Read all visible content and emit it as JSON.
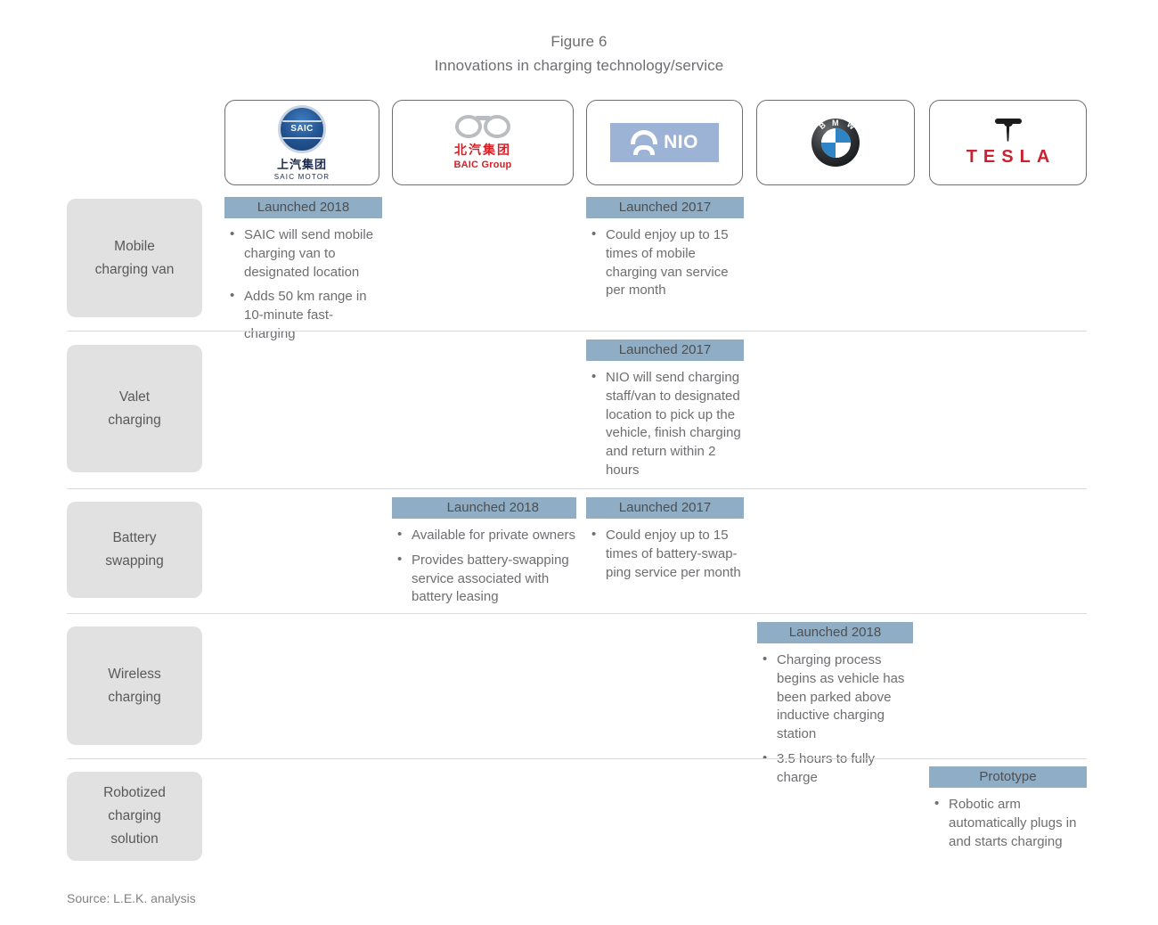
{
  "figure": {
    "number": "Figure 6",
    "title": "Innovations in charging technology/service"
  },
  "colors": {
    "bar": "#8fadc4",
    "row_label_bg": "#e1e1e1",
    "divider": "#dcdcdc",
    "text": "#6d6e71",
    "nio_blue": "#9db3d6",
    "tesla_red": "#cc2131",
    "baic_red": "#d81f26",
    "bmw_blue": "#2f84c6"
  },
  "companies": [
    {
      "id": "saic",
      "logo_icon": "saic-logo",
      "name": "SAIC MOTOR",
      "wordmark": "SAIC",
      "sub_cn": "上汽集团",
      "sub_en": "SAIC MOTOR"
    },
    {
      "id": "baic",
      "logo_icon": "baic-logo",
      "name": "BAIC Group",
      "wordmark": "BAIC Group",
      "sub_cn": "北汽集团",
      "sub_en": "BAIC Group"
    },
    {
      "id": "nio",
      "logo_icon": "nio-logo",
      "name": "NIO",
      "wordmark": "NIO"
    },
    {
      "id": "bmw",
      "logo_icon": "bmw-logo",
      "name": "BMW",
      "wordmark": "BMW",
      "letters": [
        "B",
        "M",
        "W"
      ]
    },
    {
      "id": "tesla",
      "logo_icon": "tesla-logo",
      "name": "TESLA",
      "wordmark": "TESLA"
    }
  ],
  "rows": [
    {
      "label": "Mobile\ncharging van",
      "label_lines": [
        "Mobile",
        "charging van"
      ],
      "cells": [
        {
          "company": "saic",
          "status": "Launched 2018",
          "bullets": [
            "SAIC will send mobile charging van to designated location",
            "Adds 50 km range in 10-minute fast-charging"
          ]
        },
        {
          "company": "nio",
          "status": "Launched 2017",
          "bullets": [
            "Could enjoy up to 15 times of mobile charging van service per month"
          ]
        }
      ]
    },
    {
      "label": "Valet\ncharging",
      "label_lines": [
        "Valet",
        "charging"
      ],
      "cells": [
        {
          "company": "nio",
          "status": "Launched 2017",
          "bullets": [
            "NIO will send charging staff/van to designated location to pick up the vehicle, finish charging and return within 2 hours"
          ]
        }
      ]
    },
    {
      "label": "Battery\nswapping",
      "label_lines": [
        "Battery",
        "swapping"
      ],
      "cells": [
        {
          "company": "baic",
          "status": "Launched 2018",
          "bullets": [
            "Available for private owners",
            "Provides battery-swapping service associated with battery leasing"
          ]
        },
        {
          "company": "nio",
          "status": "Launched 2017",
          "bullets": [
            "Could enjoy up to 15 times of battery-swap-ping service per month"
          ]
        }
      ]
    },
    {
      "label": "Wireless\ncharging",
      "label_lines": [
        "Wireless",
        "charging"
      ],
      "cells": [
        {
          "company": "bmw",
          "status": "Launched 2018",
          "bullets": [
            "Charging process begins as vehicle has been parked above inductive charging station",
            "3.5 hours to fully charge"
          ]
        }
      ]
    },
    {
      "label": "Robotized\ncharging\nsolution",
      "label_lines": [
        "Robotized",
        "charging",
        "solution"
      ],
      "cells": [
        {
          "company": "tesla",
          "status": "Prototype",
          "bullets": [
            "Robotic arm automatically plugs in and starts charging"
          ]
        }
      ]
    }
  ],
  "source": "Source: L.E.K. analysis"
}
